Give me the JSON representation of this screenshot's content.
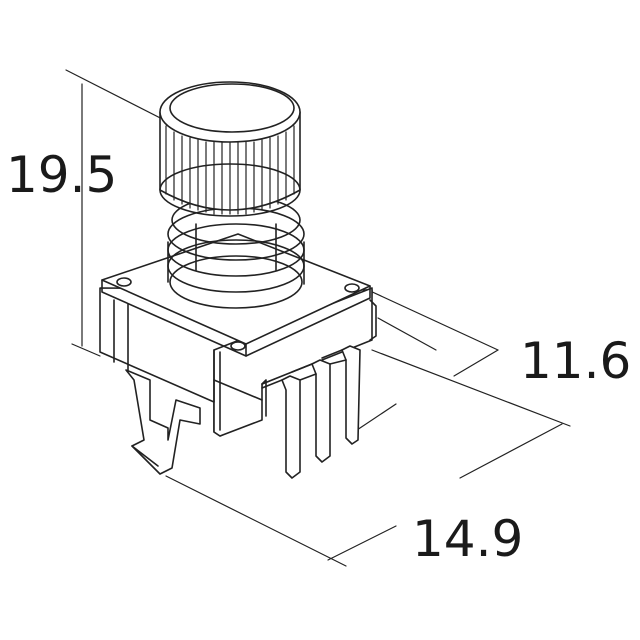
{
  "dimensions": {
    "height": "19.5",
    "depth": "11.6",
    "width": "14.9"
  },
  "colors": {
    "line": "#222222",
    "text": "#1a1a1a",
    "background": "#ffffff"
  }
}
